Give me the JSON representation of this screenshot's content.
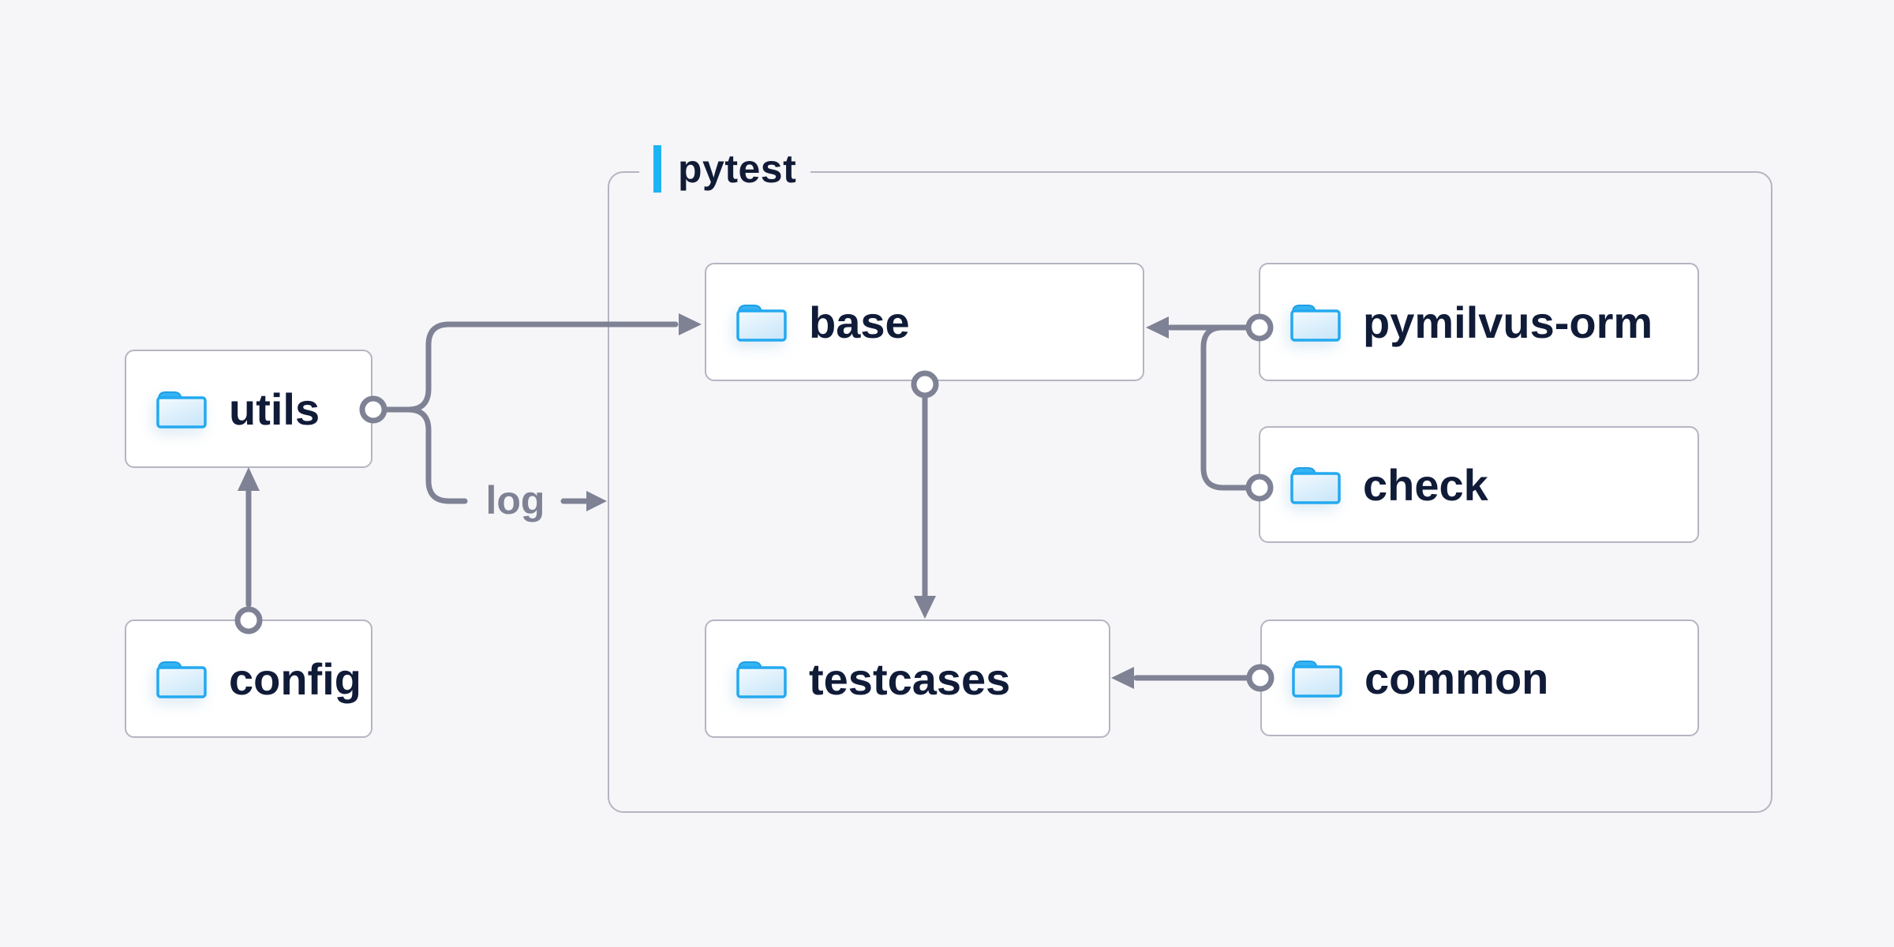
{
  "group": {
    "label": "pytest"
  },
  "nodes": {
    "utils": {
      "label": "utils"
    },
    "config": {
      "label": "config"
    },
    "base": {
      "label": "base"
    },
    "pymilvus_orm": {
      "label": "pymilvus-orm"
    },
    "check": {
      "label": "check"
    },
    "testcases": {
      "label": "testcases"
    },
    "common": {
      "label": "common"
    }
  },
  "edges": {
    "log_label": "log",
    "connections": [
      {
        "from": "config",
        "to": "utils"
      },
      {
        "from": "utils",
        "to": "base"
      },
      {
        "from": "utils",
        "to": "pytest-group",
        "label": "log"
      },
      {
        "from": "pymilvus-orm",
        "to": "base"
      },
      {
        "from": "check",
        "to": "base"
      },
      {
        "from": "base",
        "to": "testcases"
      },
      {
        "from": "common",
        "to": "testcases"
      }
    ]
  },
  "colors": {
    "background": "#f6f6f8",
    "node_fill": "#ffffff",
    "node_border": "#b4b5c2",
    "group_border": "#b4b5c2",
    "connector": "#7e8294",
    "accent_blue": "#1db4f5",
    "text_dark": "#101b38",
    "edge_label_gray": "#7e8294",
    "folder_blue": "#23a9f0"
  },
  "icons": {
    "node_icon": "folder-icon"
  }
}
